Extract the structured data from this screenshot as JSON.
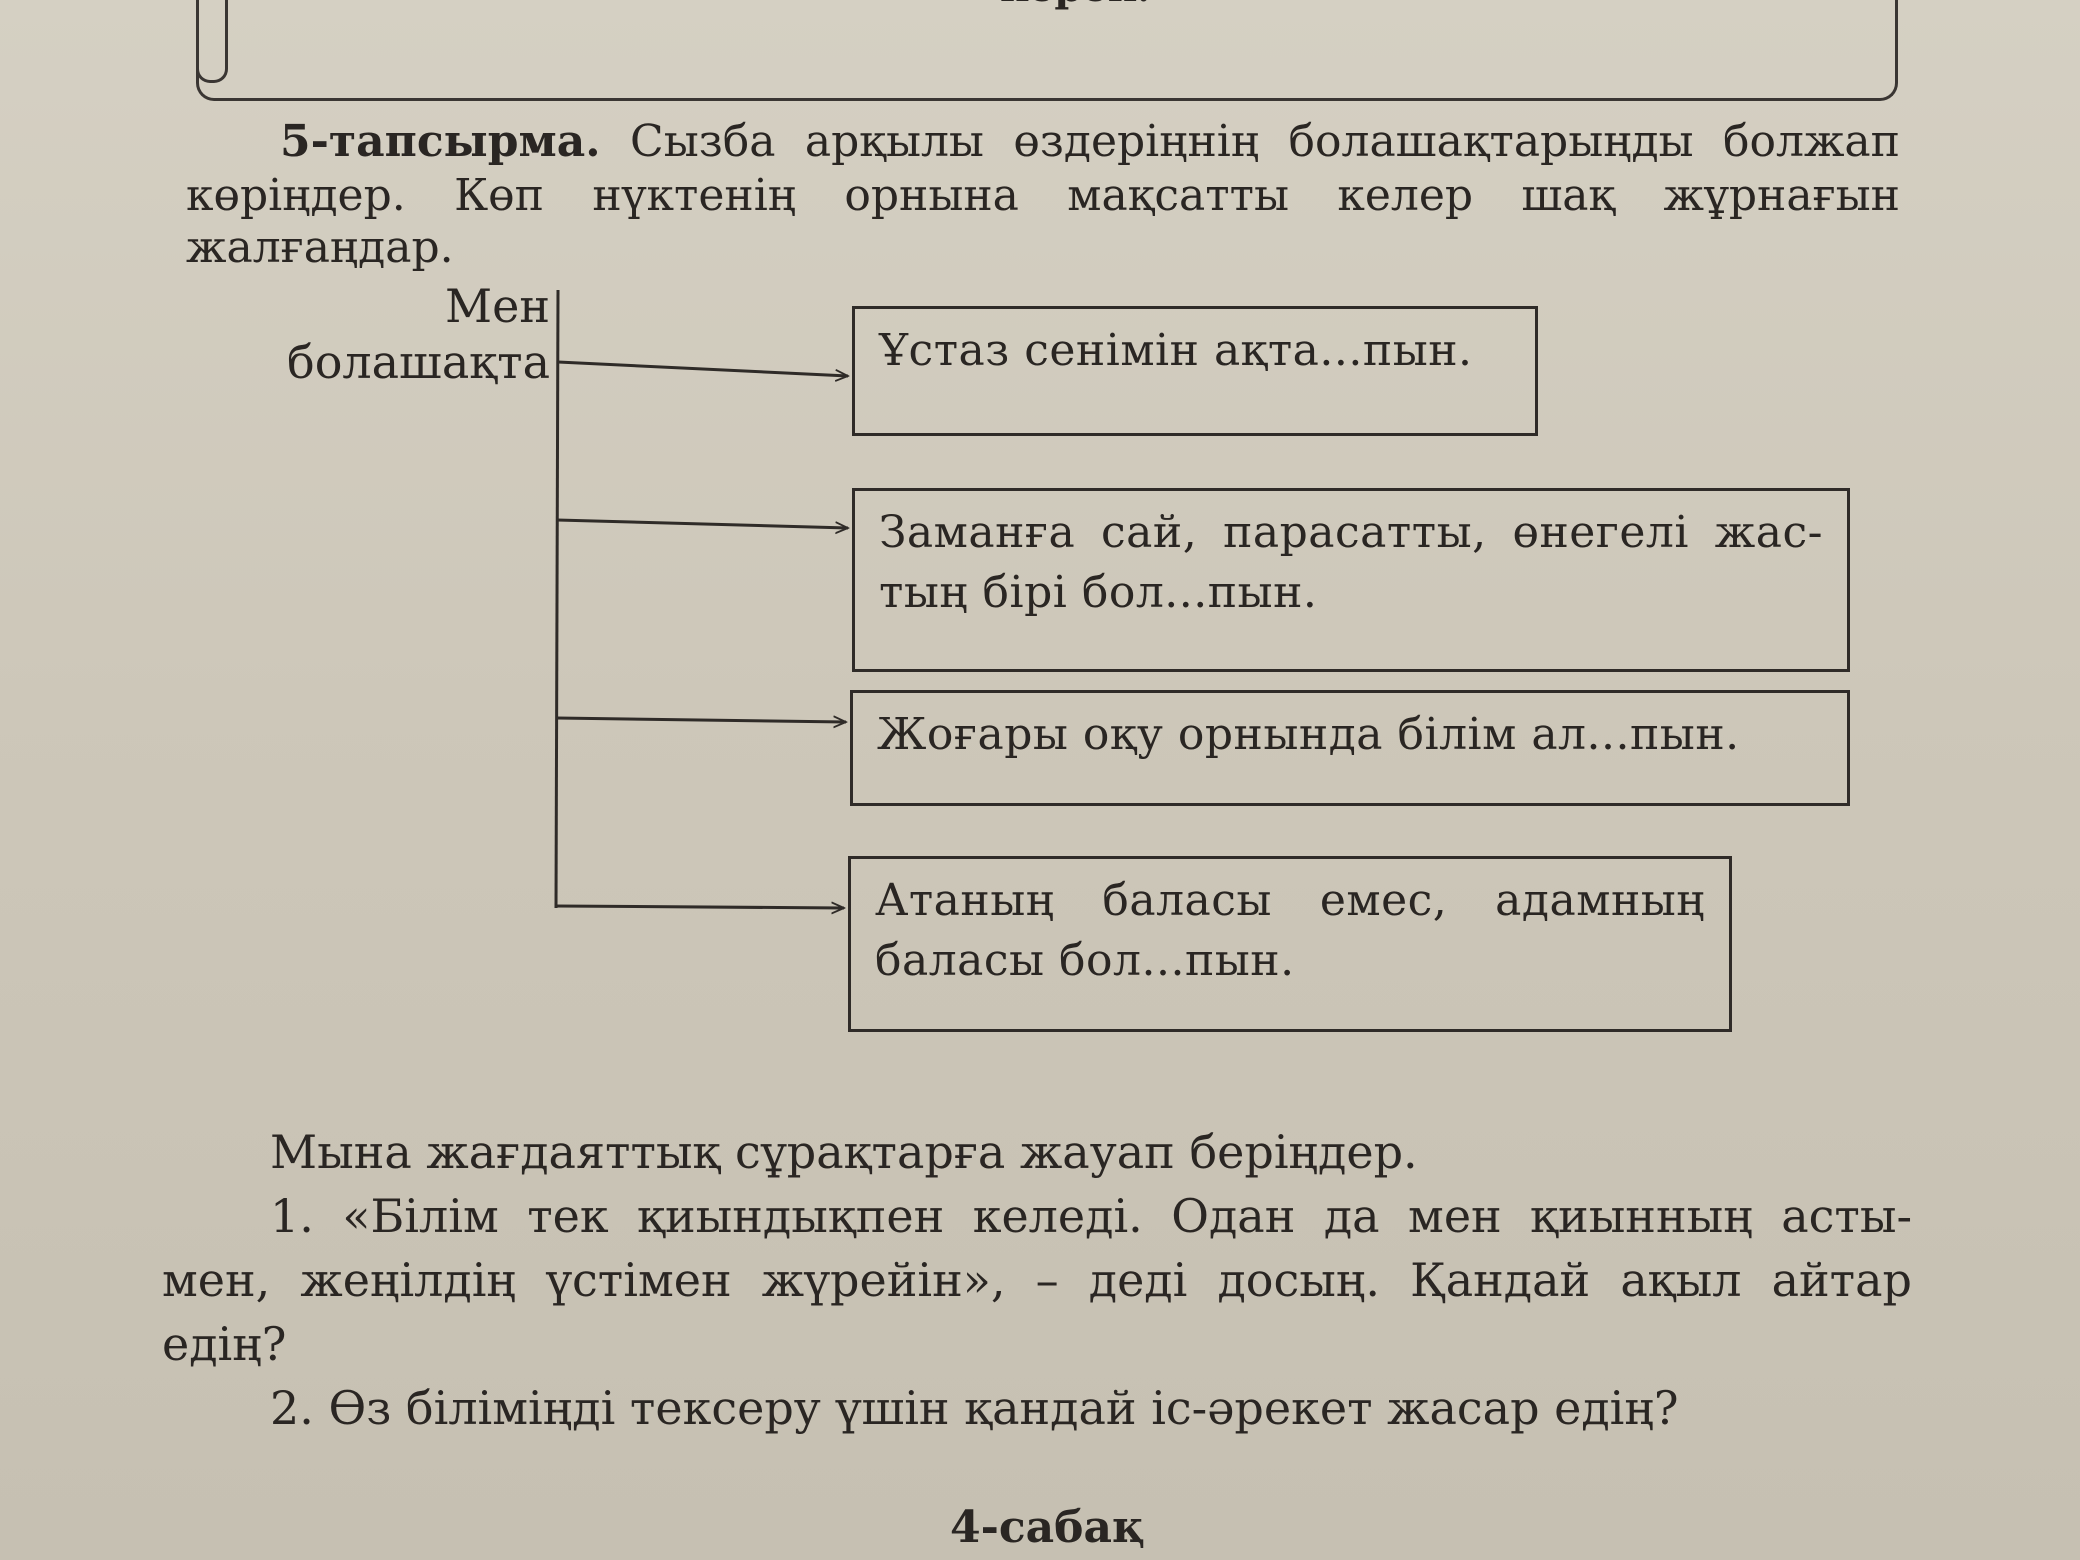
{
  "top_frame": {
    "text": "керек."
  },
  "task": {
    "number_label": "5-тапсырма.",
    "line1_rest": "Сызба арқылы өздеріңнің болашақтарыңды болжап",
    "line2": "көріңдер. Көп нүктенің орнына мақсатты келер шақ жұрнағын",
    "line3": "жалғаңдар."
  },
  "diagram": {
    "root_line1": "Мен",
    "root_line2": "болашақта",
    "boxes": [
      {
        "line1": "Ұстаз сенімін ақта...пын."
      },
      {
        "line1": "Заманға сай, парасатты, өнегелі жас-",
        "line2": "тың бірі бол...пын."
      },
      {
        "line1": "Жоғары оқу орнында білім ал...пын."
      },
      {
        "line1": "Атаның баласы емес, адамның",
        "line2": "баласы бол...пын."
      }
    ]
  },
  "questions": {
    "intro": "Мына жағдаяттық сұрақтарға жауап беріңдер.",
    "q1_line1": "1. «Білім тек қиындықпен келеді. Одан да мен қиынның асты-",
    "q1_line2": "мен, жеңілдің үстімен жүрейін», – деді досың. Қандай ақыл айтар",
    "q1_line3": "едің?",
    "q2": "2. Өз біліміңді тексеру үшін қандай іс-әрекет жасар едің?"
  },
  "footer": {
    "lesson": "4-сабақ"
  }
}
